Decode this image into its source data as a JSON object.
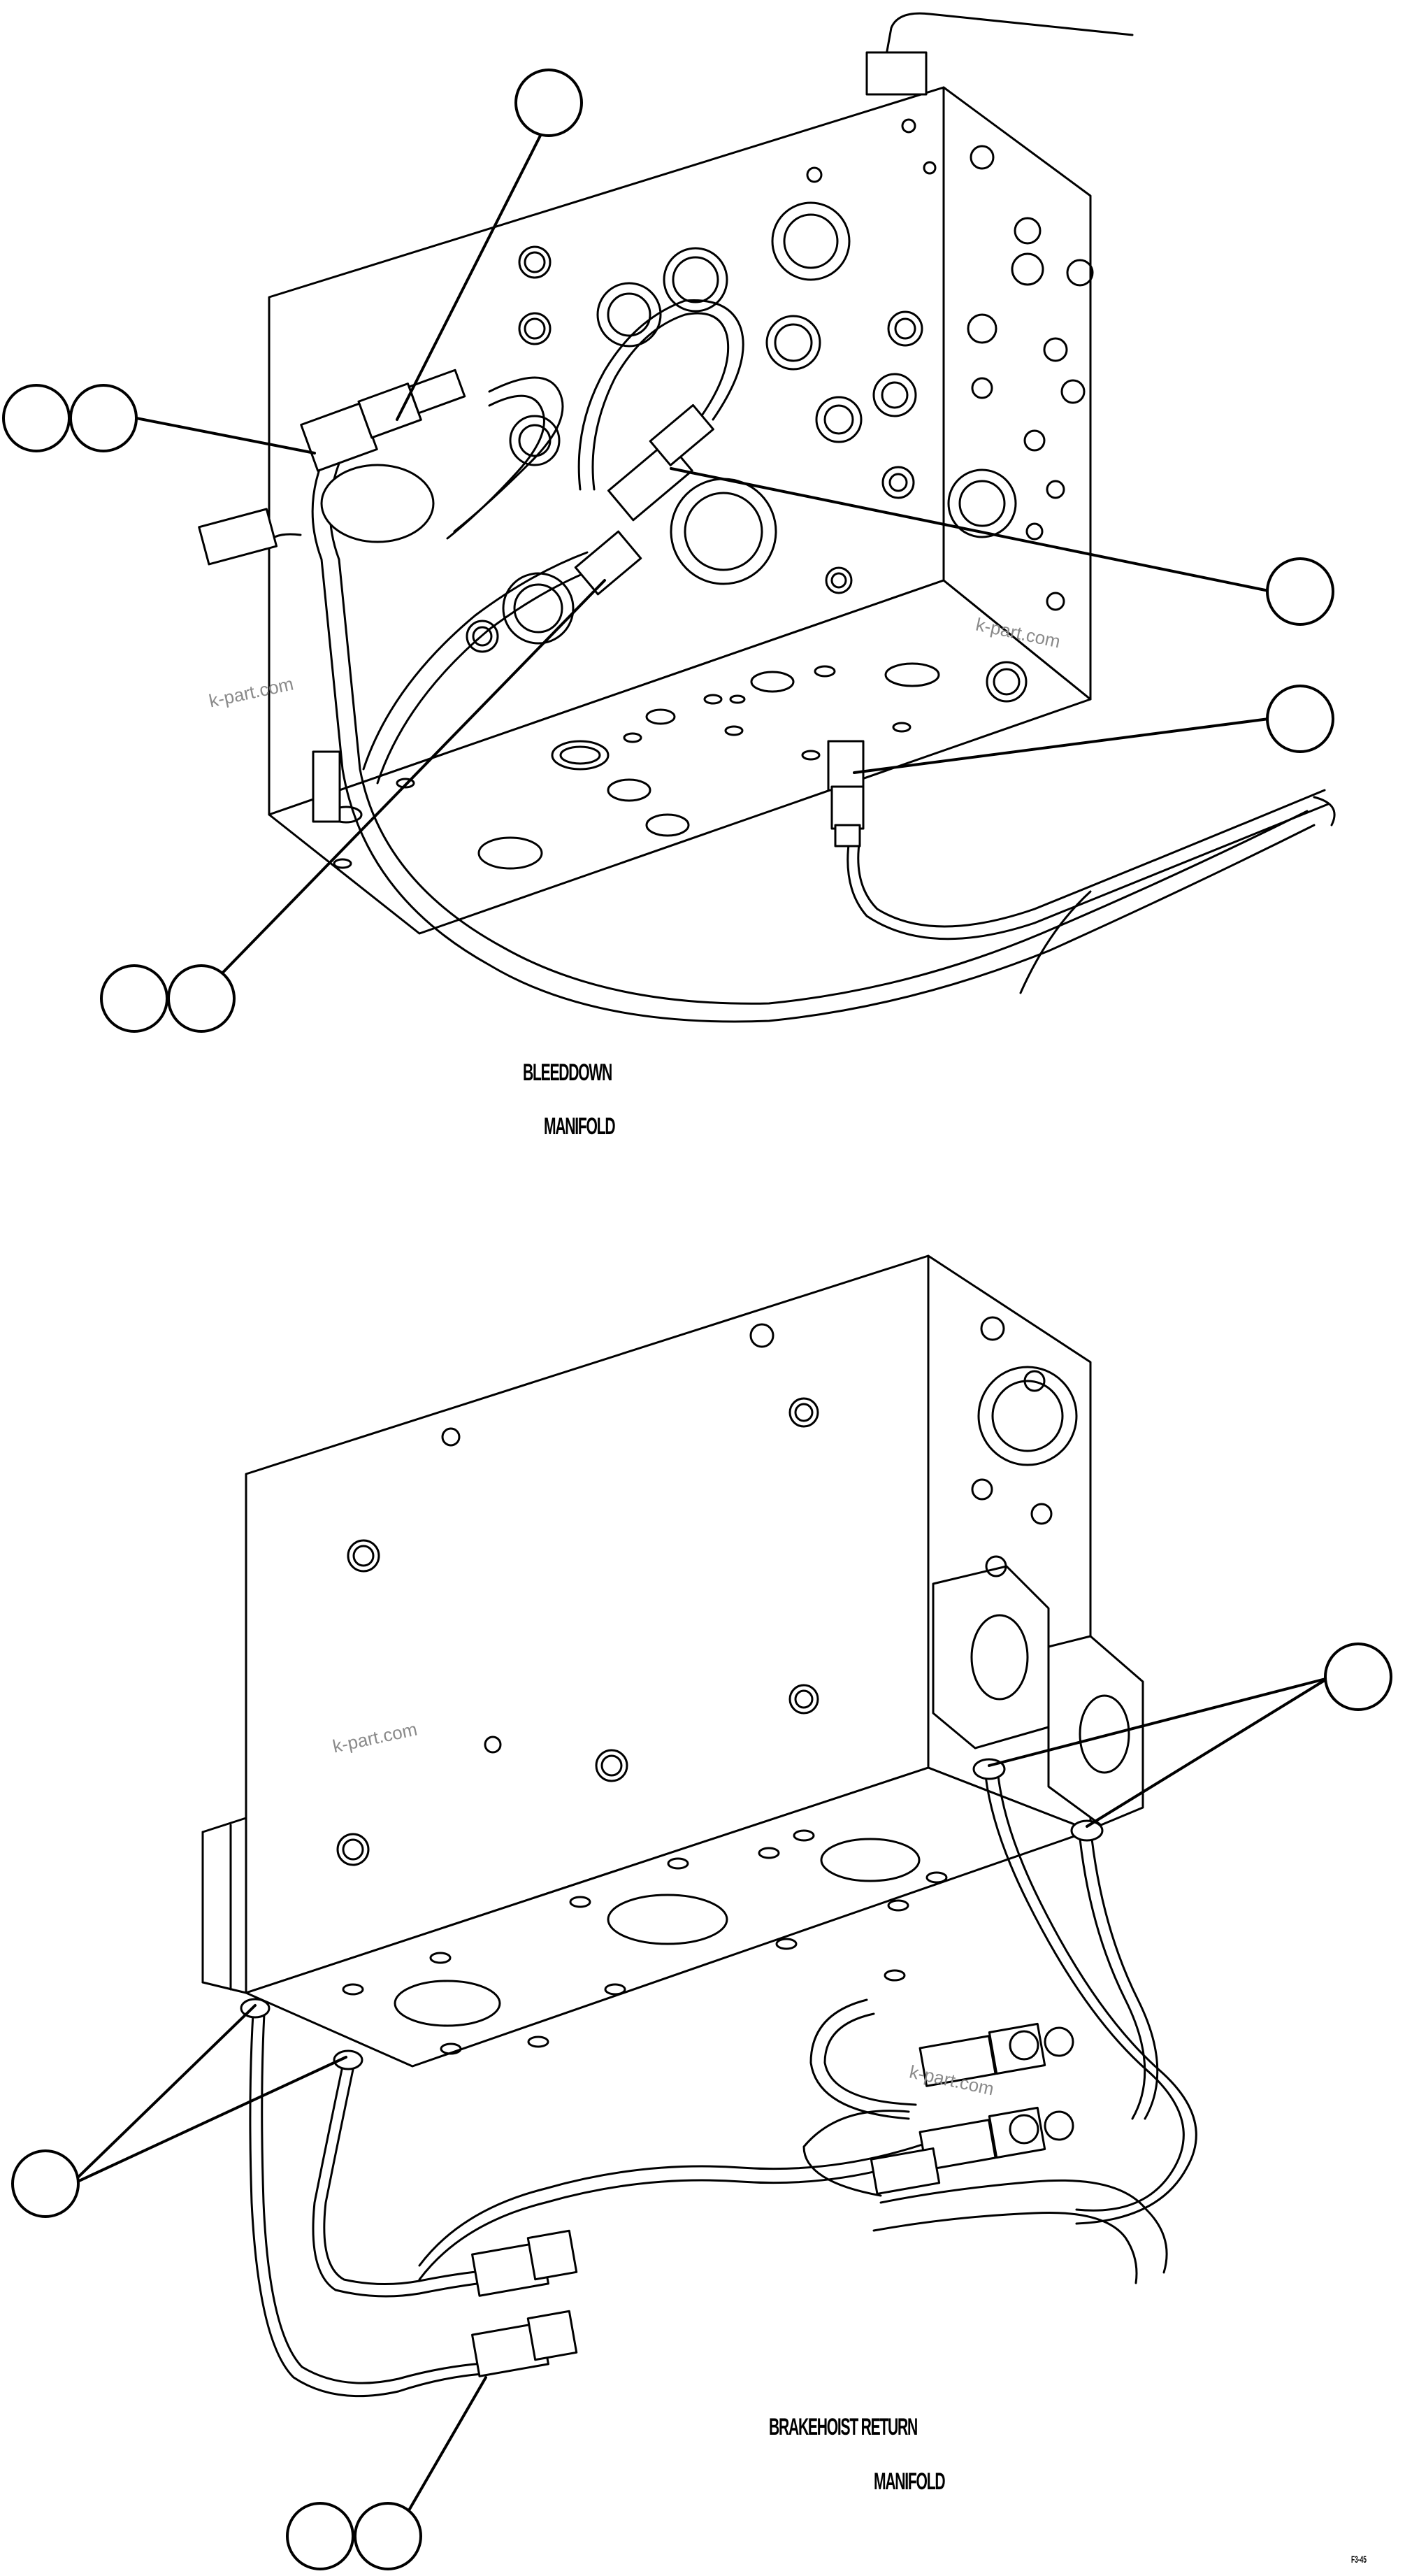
{
  "figures": [
    {
      "caption_line1": "BLEEDDOWN",
      "caption_line2": "MANIFOLD"
    },
    {
      "caption_line1": "BRAKEHOIST RETURN",
      "caption_line2": "MANIFOLD"
    }
  ],
  "watermark": "k-part.com",
  "sheet_code": "F3-45",
  "callouts": {
    "top_left_double": [
      "",
      ""
    ],
    "top_right_single_a": "",
    "top_right_single_b": "",
    "top_bottom_double": [
      "",
      ""
    ],
    "bottom_right_single": "",
    "bottom_left_single": "",
    "bottom_bottom_double": [
      "",
      ""
    ]
  }
}
